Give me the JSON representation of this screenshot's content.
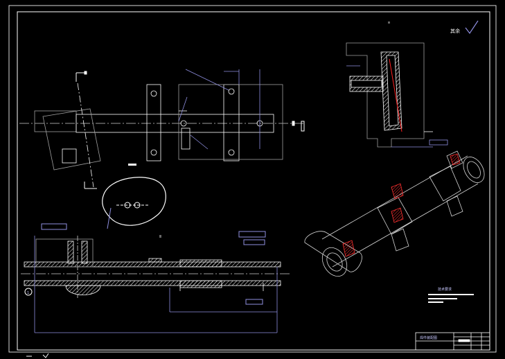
{
  "drawing": {
    "roughness_label": "其余",
    "tech_req_title": "技术要求",
    "title_block_text": "焊件装配图",
    "balloon_number": "1"
  },
  "colors": {
    "background": "#000000",
    "line_white": "#ffffff",
    "line_blue": "#8f8fe0",
    "line_gray": "#a0a0a0",
    "hatch": "#ffffff",
    "accent_red": "#ff2020"
  }
}
